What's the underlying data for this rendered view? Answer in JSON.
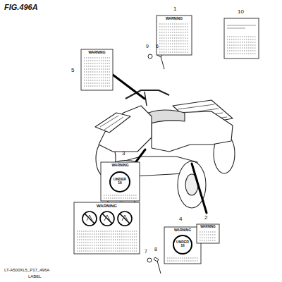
{
  "diagram": {
    "title": "FIG.496A",
    "caption": "LT-A500XL5_P17_496A",
    "labels": [
      "1",
      "2",
      "3",
      "4",
      "5",
      "6",
      "7",
      "8",
      "9",
      "10",
      "WARNING",
      "WARNING",
      "WARNING",
      "WARNING",
      "WARNING",
      "WARNING",
      "UNDER 16",
      "UNDER 16",
      "LABEL"
    ]
  }
}
